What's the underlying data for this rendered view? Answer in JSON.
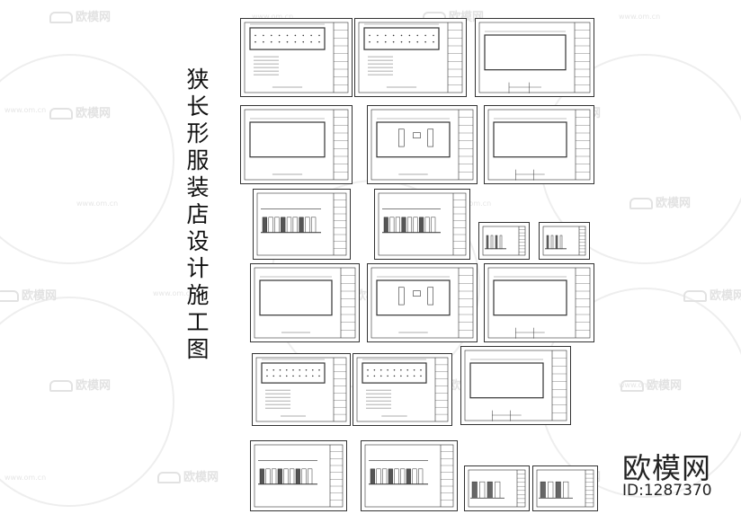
{
  "title": "狭长形服装店设计施工图",
  "watermark": {
    "brand": "欧模网",
    "url": "www.om.cn"
  },
  "footer": {
    "brand": "欧模网",
    "id": "ID:1287370"
  },
  "colors": {
    "line": "#333333",
    "watermark": "#e2e2e2"
  }
}
